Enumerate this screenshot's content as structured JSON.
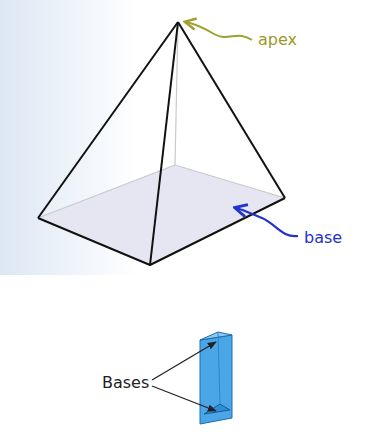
{
  "diagram": {
    "labels": [
      "apex",
      "base",
      "Bases"
    ]
  }
}
